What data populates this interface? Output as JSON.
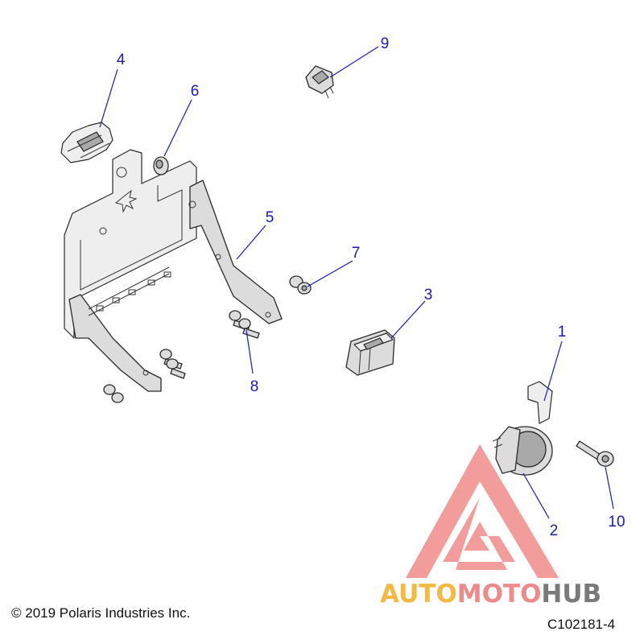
{
  "callouts": [
    {
      "id": "1",
      "label": "1"
    },
    {
      "id": "2",
      "label": "2"
    },
    {
      "id": "3",
      "label": "3"
    },
    {
      "id": "4",
      "label": "4"
    },
    {
      "id": "5",
      "label": "5"
    },
    {
      "id": "6",
      "label": "6"
    },
    {
      "id": "7",
      "label": "7"
    },
    {
      "id": "8",
      "label": "8"
    },
    {
      "id": "9",
      "label": "9"
    },
    {
      "id": "10",
      "label": "10"
    }
  ],
  "footer": {
    "copyright": "© 2019 Polaris Industries Inc.",
    "drawing_code": "C102181-4"
  },
  "watermark": {
    "word_auto": "AUTO",
    "word_moto": "MOTO",
    "word_hub": "HUB",
    "colors": {
      "auto": "#f5b840",
      "moto": "#f08a8a",
      "hub": "#7a7a7a",
      "triangle": "#f28b8b"
    }
  },
  "colors": {
    "callout": "#1a1ab8",
    "line": "#2a2a2a"
  }
}
